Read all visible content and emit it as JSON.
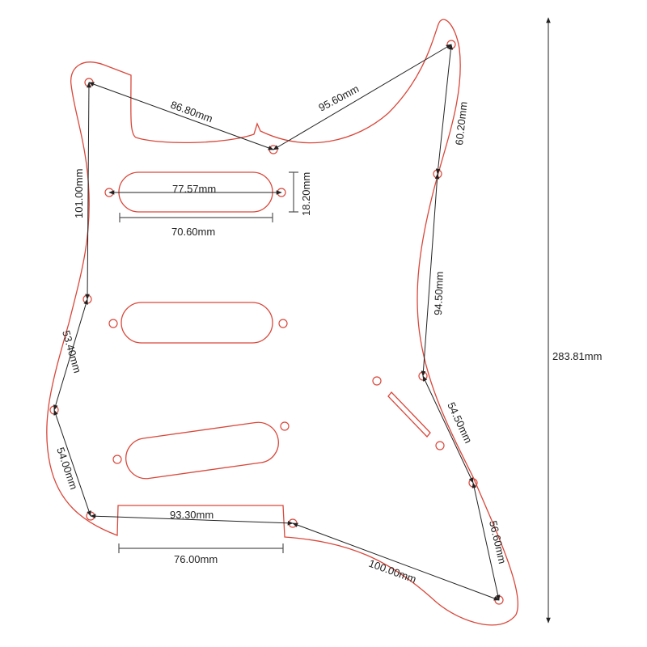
{
  "title": "Pickguard dimensions",
  "colors": {
    "outline": "#d9473a",
    "dimension": "#222222"
  },
  "dimensions": {
    "top_horn_to_mid": "86.80mm",
    "mid_to_top_right": "95.60mm",
    "top_right_down": "60.20mm",
    "left_top_down": "101.00mm",
    "pickup_screw_span": "77.57mm",
    "pickup_height": "18.20mm",
    "pickup_length": "70.60mm",
    "right_mid": "94.50mm",
    "overall_height": "283.81mm",
    "left_mid": "53.40mm",
    "right_lower": "54.50mm",
    "left_lower": "54.00mm",
    "bottom_screw_span": "93.30mm",
    "bottom_cutout": "76.00mm",
    "right_bottom": "56.60mm",
    "bottom_right": "100.00mm"
  }
}
